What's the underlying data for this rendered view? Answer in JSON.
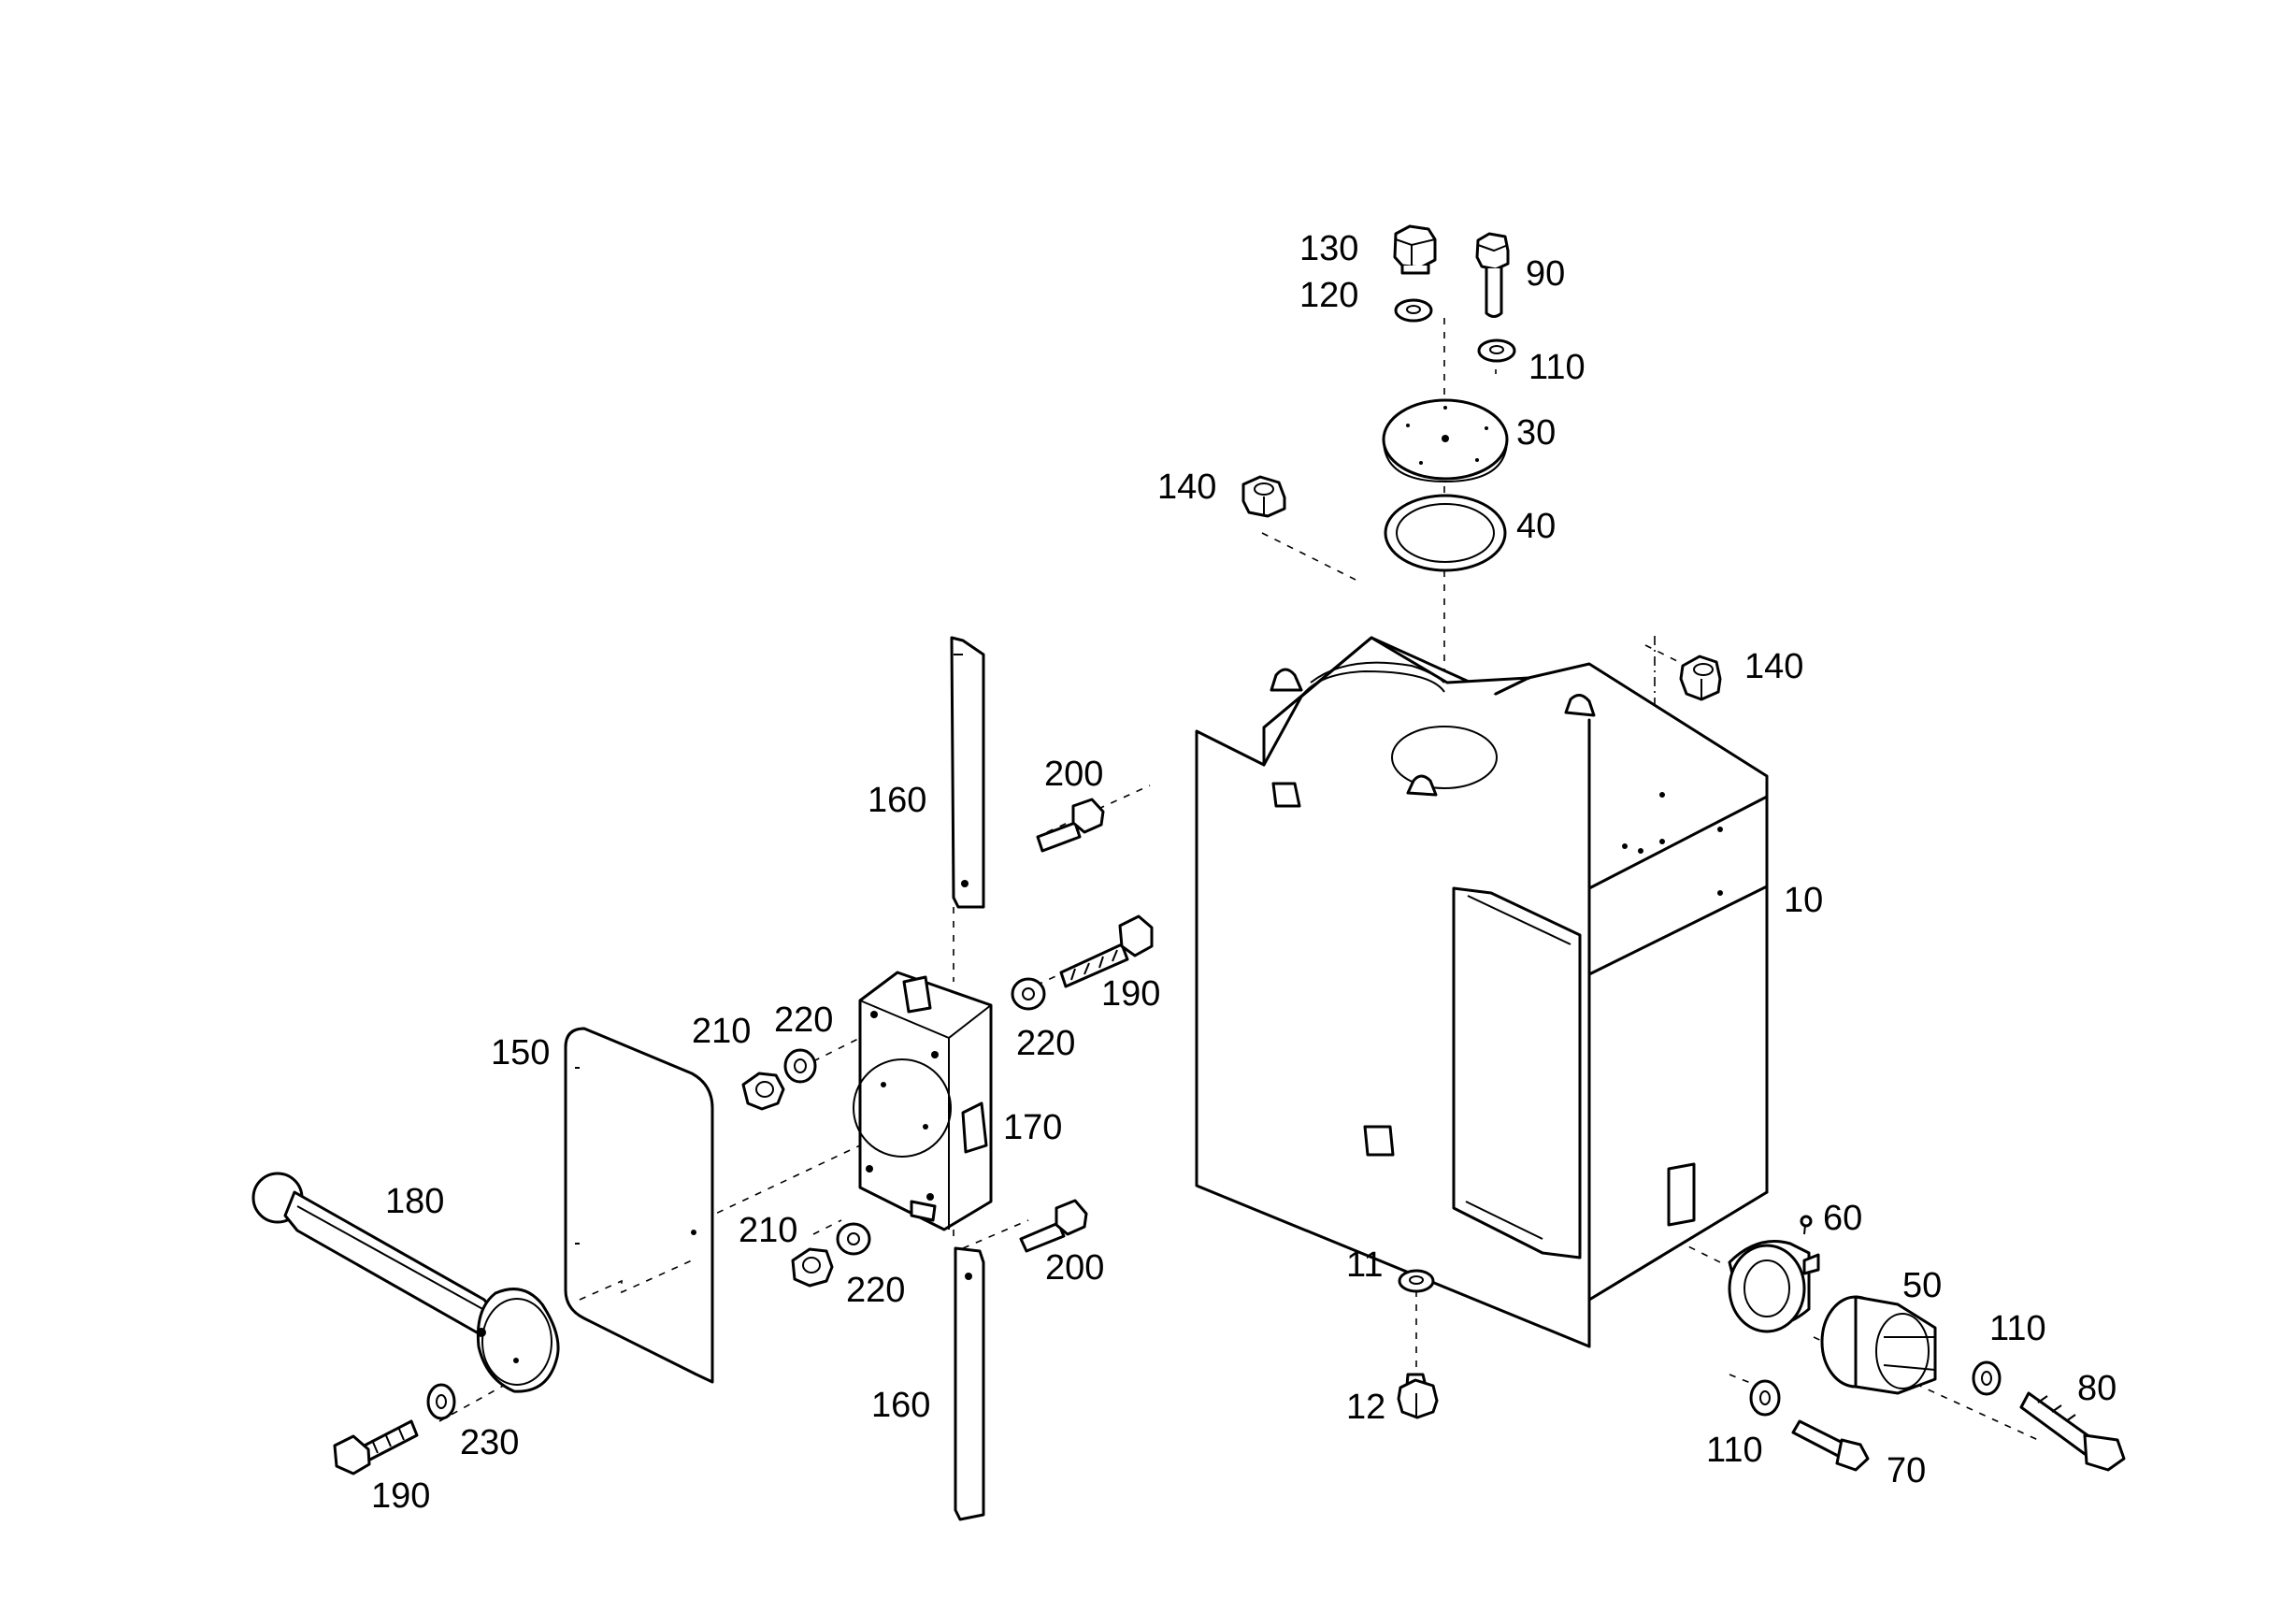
{
  "labels": {
    "p10": "10",
    "p11": "11",
    "p12": "12",
    "p30": "30",
    "p40": "40",
    "p50": "50",
    "p60": "60",
    "p70": "70",
    "p80": "80",
    "p90": "90",
    "p110_top": "110",
    "p110_right": "110",
    "p110_bottom": "110",
    "p120": "120",
    "p130": "130",
    "p140_left": "140",
    "p140_right": "140",
    "p150": "150",
    "p160_top": "160",
    "p160_bottom": "160",
    "p170": "170",
    "p180": "180",
    "p190_upper": "190",
    "p190_lower": "190",
    "p200_upper": "200",
    "p200_lower": "200",
    "p210_upper": "210",
    "p210_lower": "210",
    "p220_upper_left": "220",
    "p220_upper_right": "220",
    "p220_lower": "220",
    "p230": "230"
  }
}
